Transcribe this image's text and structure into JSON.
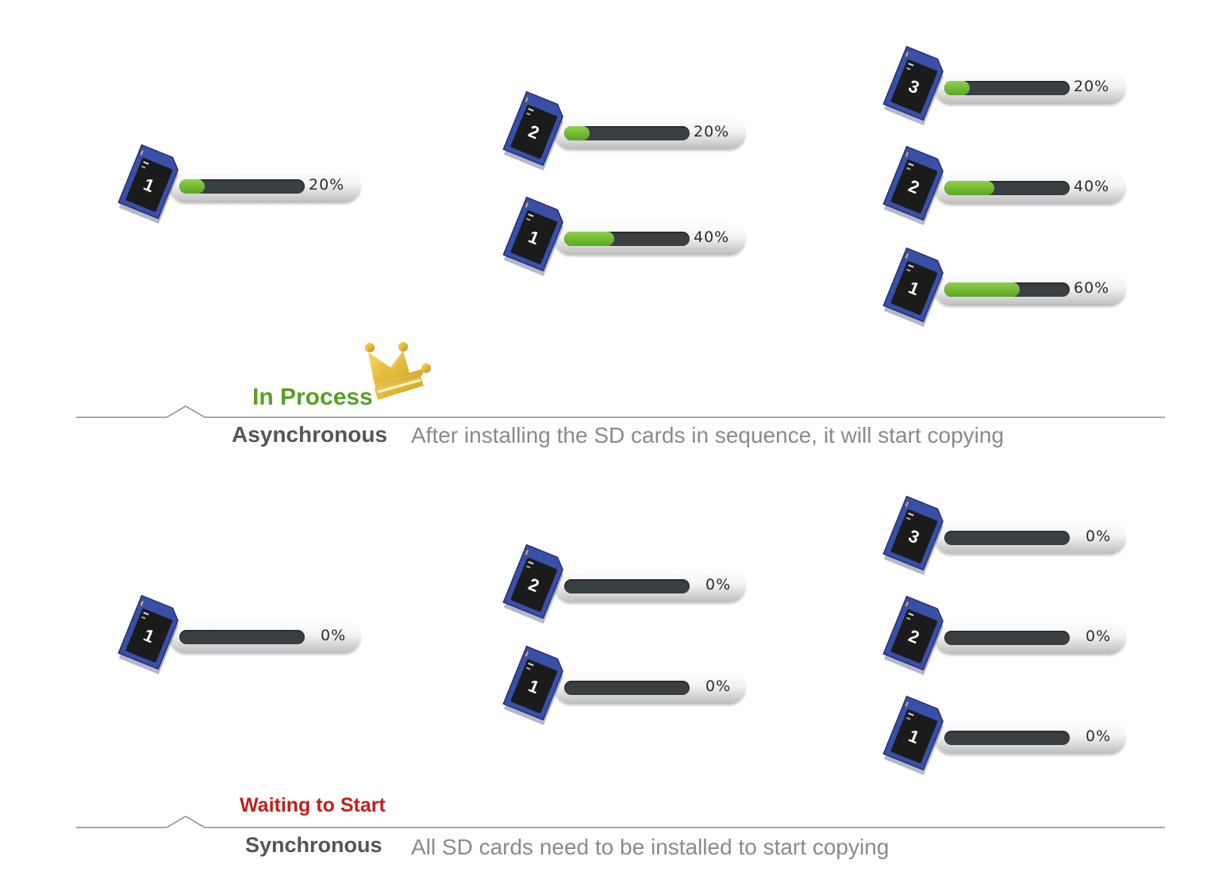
{
  "sections": [
    {
      "status": "In Process",
      "status_color": "#5b9e2a",
      "mode": "Asynchronous",
      "description": "After installing the SD cards in sequence, it will start copying",
      "groups": [
        [
          {
            "card": "1",
            "progress": 20,
            "label": "20%"
          }
        ],
        [
          {
            "card": "2",
            "progress": 20,
            "label": "20%"
          },
          {
            "card": "1",
            "progress": 40,
            "label": "40%"
          }
        ],
        [
          {
            "card": "3",
            "progress": 20,
            "label": "20%"
          },
          {
            "card": "2",
            "progress": 40,
            "label": "40%"
          },
          {
            "card": "1",
            "progress": 60,
            "label": "60%"
          }
        ]
      ]
    },
    {
      "status": "Waiting to Start",
      "status_color": "#c0201c",
      "mode": "Synchronous",
      "description": "All SD cards need to be installed to start copying",
      "groups": [
        [
          {
            "card": "1",
            "progress": 0,
            "label": "0%"
          }
        ],
        [
          {
            "card": "2",
            "progress": 0,
            "label": "0%"
          },
          {
            "card": "1",
            "progress": 0,
            "label": "0%"
          }
        ],
        [
          {
            "card": "3",
            "progress": 0,
            "label": "0%"
          },
          {
            "card": "2",
            "progress": 0,
            "label": "0%"
          },
          {
            "card": "1",
            "progress": 0,
            "label": "0%"
          }
        ]
      ]
    }
  ],
  "colors": {
    "card_blue": "#3a4fa8",
    "card_face": "#1b1b1b",
    "bar_track": "#3a3f43",
    "bar_fill": "#6cbd31",
    "crown_gold": "#e0b533"
  }
}
